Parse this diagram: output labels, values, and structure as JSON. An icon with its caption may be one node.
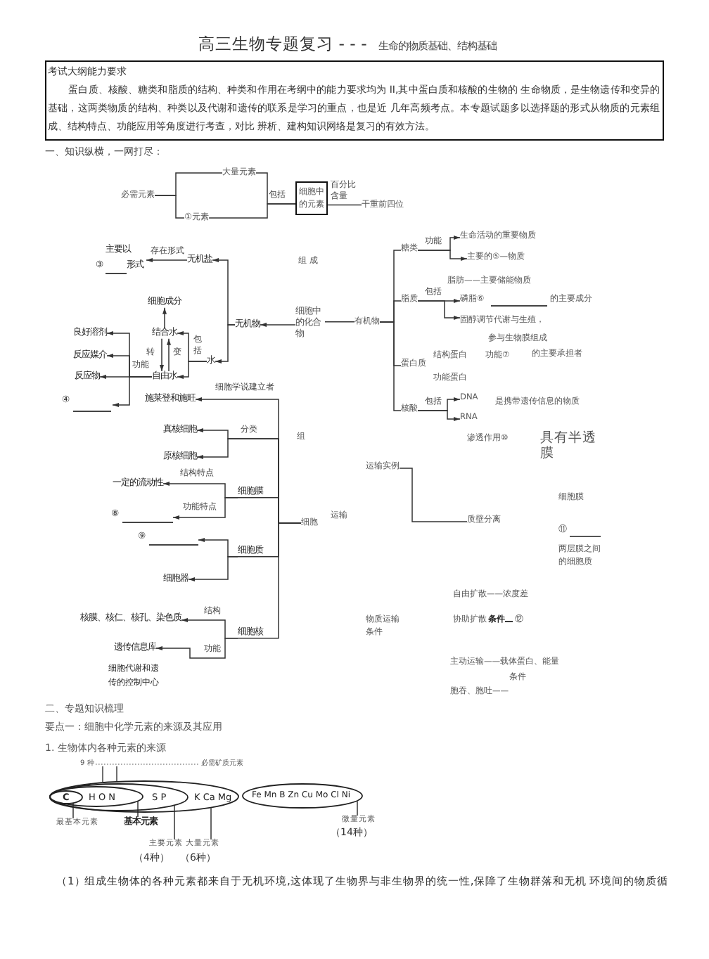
{
  "diagram": {
    "title": "高三生物专题复习 - - -",
    "nodes": [
      {
        "text": [
          "考试大纲能力要求",
          "蛋白质、核酸、糖类和脂质的结构、种类和作用在考纲中的能力要求均为 II,其中蛋白质和核酸的生物的 生命物质，是生物遗传和变异的基础，这两类物质的结构、种类以及代谢和遗传的联系是学习的重点，也是近 几年高频考点。本专题试题多以选择题的形式从物质的元素组成、结构特点、功能应用等角度进行考查，对比 辨析、建构知识网络是复习的有效方法。"
        ]
      },
      {
        "text": [
          "必需元素"
        ]
      },
      {
        "text": [
          "大量元素"
        ]
      },
      {
        "text": [
          "①元素"
        ]
      },
      {
        "text": [
          "细胞中的元素"
        ]
      },
      {
        "text": [
          "干重前四位"
        ]
      },
      {
        "text": [
          "主要以",
          "③",
          "形式"
        ]
      },
      {
        "text": [
          "无机盐"
        ]
      },
      {
        "text": [
          "细胞中的化合物"
        ]
      },
      {
        "text": [
          "无机物"
        ]
      },
      {
        "text": [
          "有机物"
        ]
      },
      {
        "text": [
          "细胞成分"
        ]
      },
      {
        "text": [
          "结合水"
        ]
      },
      {
        "text": [
          "良好溶剂"
        ]
      },
      {
        "text": [
          "反应媒介"
        ]
      },
      {
        "text": [
          "水"
        ]
      },
      {
        "text": [
          "反应物"
        ]
      },
      {
        "text": [
          "自由水"
        ]
      },
      {
        "text": [
          "④"
        ]
      },
      {
        "text": [
          "施莱登和施旺"
        ]
      },
      {
        "text": [
          "真核细胞"
        ]
      },
      {
        "text": [
          "原核细胞"
        ]
      },
      {
        "text": [
          "一定的流动性"
        ]
      },
      {
        "text": [
          "细胞膜"
        ]
      },
      {
        "text": [
          "⑧"
        ]
      },
      {
        "text": [
          "⑨"
        ]
      },
      {
        "text": [
          "细胞质"
        ]
      },
      {
        "text": [
          "细胞器"
        ]
      },
      {
        "text": [
          "细胞"
        ]
      },
      {
        "text": [
          "核膜、核仁、核孔、染色质"
        ]
      },
      {
        "text": [
          "细胞核"
        ]
      },
      {
        "text": [
          "遗传信息库"
        ]
      },
      {
        "text": [
          "糖类"
        ]
      },
      {
        "text": [
          "生命活动的重要物质"
        ]
      },
      {
        "text": [
          "主要的⑤—物质"
        ]
      },
      {
        "text": [
          "脂质"
        ]
      },
      {
        "text": [
          "磷脂⑥",
          "的主要成分"
        ]
      },
      {
        "text": [
          "固醇调节代谢与生殖，参与生物膜组成"
        ]
      },
      {
        "text": [
          "蛋白质"
        ]
      },
      {
        "text": [
          "核酸"
        ]
      },
      {
        "text": [
          "DNA"
        ]
      },
      {
        "text": [
          "RNA"
        ]
      },
      {
        "text": [
          "运输实例"
        ]
      },
      {
        "text": [
          "质壁分离"
        ]
      },
      {
        "text": [
          "K Ca Mg"
        ]
      },
      {
        "text": [
          "S P"
        ],
        "in": 44
      },
      {
        "text": [
          "H O N"
        ],
        "in": 45
      },
      {
        "text": [
          "C"
        ],
        "in": 46
      },
      {
        "text": [
          "Fe Mn B Zn Cu Mo Cl Ni"
        ]
      },
      {
        "text": [
          "最基本元素"
        ]
      },
      {
        "text": [
          "基本元素"
        ]
      },
      {
        "text": [
          "微量元素"
        ]
      },
      {
        "text": [
          "主要元素"
        ]
      },
      {
        "text": [
          "大量元素"
        ]
      }
    ],
    "edges": [
      {
        "from": 1,
        "to": 2,
        "arrow": "none"
      },
      {
        "from": 1,
        "to": 3,
        "arrow": "none"
      },
      {
        "from": 4,
        "to": 2,
        "arrow": "none",
        "label": "包括"
      },
      {
        "from": 4,
        "to": 3,
        "arrow": "none"
      },
      {
        "from": 4,
        "to": 5,
        "arrow": "none",
        "label": "百分比含量"
      },
      {
        "from": 7,
        "to": 6,
        "arrow": "to",
        "label": "存在形式"
      },
      {
        "from": 8,
        "to": 9,
        "arrow": "to"
      },
      {
        "from": 8,
        "to": 10,
        "arrow": "none"
      },
      {
        "from": 9,
        "to": 7,
        "arrow": "to"
      },
      {
        "from": 9,
        "to": 15,
        "arrow": "to"
      },
      {
        "from": 12,
        "to": 11,
        "arrow": "to"
      },
      {
        "from": 15,
        "to": 12,
        "arrow": "to",
        "label": "包括"
      },
      {
        "from": 15,
        "to": 17,
        "arrow": "to"
      },
      {
        "from": 12,
        "to": 17,
        "arrow": "to",
        "label": "转"
      },
      {
        "from": 17,
        "to": 12,
        "arrow": "to",
        "label": "变"
      },
      {
        "from": 17,
        "to": 13,
        "arrow": "to",
        "label": "功能"
      },
      {
        "from": 17,
        "to": 14,
        "arrow": "to"
      },
      {
        "from": 17,
        "to": 16,
        "arrow": "to"
      },
      {
        "from": 17,
        "to": 18,
        "arrow": "to"
      },
      {
        "from": 28,
        "to": 19,
        "arrow": "to",
        "label": "细胞学说建立者"
      },
      {
        "from": 28,
        "to": 20,
        "arrow": "to",
        "label": "分类"
      },
      {
        "from": 28,
        "to": 21,
        "arrow": "to"
      },
      {
        "from": 28,
        "to": 23,
        "arrow": "none"
      },
      {
        "from": 23,
        "to": 22,
        "arrow": "to",
        "label": "结构特点"
      },
      {
        "from": 23,
        "to": 24,
        "arrow": "to",
        "label": "功能特点"
      },
      {
        "from": 28,
        "to": 26,
        "arrow": "none"
      },
      {
        "from": 26,
        "to": 25,
        "arrow": "to"
      },
      {
        "from": 26,
        "to": 27,
        "arrow": "to"
      },
      {
        "from": 28,
        "to": 30,
        "arrow": "none"
      },
      {
        "from": 30,
        "to": 29,
        "arrow": "to",
        "label": "结构"
      },
      {
        "from": 30,
        "to": 31,
        "arrow": "to",
        "label": "功能"
      },
      {
        "from": 10,
        "to": 32,
        "arrow": "none"
      },
      {
        "from": 10,
        "to": 35,
        "arrow": "none"
      },
      {
        "from": 10,
        "to": 38,
        "arrow": "none"
      },
      {
        "from": 10,
        "to": 39,
        "arrow": "none"
      },
      {
        "from": 32,
        "to": 33,
        "arrow": "to",
        "label": "功能"
      },
      {
        "from": 32,
        "to": 34,
        "arrow": "to"
      },
      {
        "from": 35,
        "to": 36,
        "arrow": "to",
        "label": "包括"
      },
      {
        "from": 35,
        "to": 37,
        "arrow": "to"
      },
      {
        "from": 39,
        "to": 40,
        "arrow": "to",
        "label": "包括"
      },
      {
        "from": 39,
        "to": 41,
        "arrow": "to"
      },
      {
        "from": 42,
        "to": 43,
        "arrow": "none"
      },
      {
        "from": 49,
        "to": 47,
        "arrow": "none"
      },
      {
        "from": 50,
        "to": 46,
        "arrow": "none"
      },
      {
        "from": 52,
        "to": 45,
        "arrow": "none"
      },
      {
        "from": 53,
        "to": 44,
        "arrow": "none"
      },
      {
        "from": 51,
        "to": 48,
        "arrow": "none"
      }
    ],
    "labels": [
      "生命的物质基础、结构基础",
      "一、知识纵横，一网打尽：",
      "组 成",
      "脂肪——主要储能物质",
      "结构蛋白",
      "功能⑦",
      "的主要承担者",
      "功能蛋白",
      "是携带遗传信息的物质",
      "组",
      "渗透作用⑩",
      "具有半透膜",
      "细胞膜",
      "运输",
      "⑪",
      "两层膜之间的细胞质",
      "自由扩散——浓度差",
      "协助扩散",
      "条件",
      "⑫",
      "物质运输条件",
      "主动运输——载体蛋白、能量",
      "细胞代谢和遗传的控制中心",
      "条件",
      "胞吞、胞吐——",
      "二、专题知识梳理",
      "要点一：细胞中化学元素的来源及其应用",
      "1. 生物体内各种元素的来源",
      "9 种",
      "必需矿质元素",
      "（14种）",
      "（4种）",
      "（6种）",
      "（1）",
      "组成生物体的各种元素都来自于无机环境,这体现了生物界与非生物界的统一性,保障了生物群落和无机 环境间的物质循"
    ]
  }
}
